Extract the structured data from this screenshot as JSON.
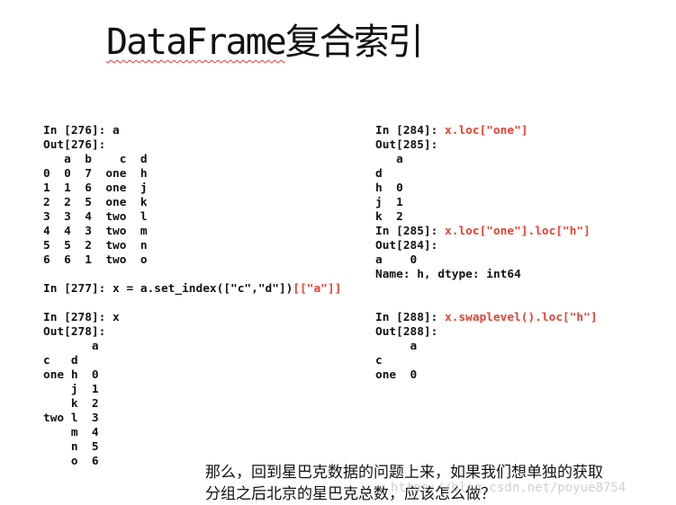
{
  "slide": {
    "title_latin": "DataFrame",
    "title_cjk": "复合索引"
  },
  "left_code": [
    {
      "text": "In [276]: a",
      "red": ""
    },
    {
      "text": "Out[276]:",
      "red": ""
    },
    {
      "text": "   a  b    c  d",
      "red": ""
    },
    {
      "text": "0  0  7  one  h",
      "red": ""
    },
    {
      "text": "1  1  6  one  j",
      "red": ""
    },
    {
      "text": "2  2  5  one  k",
      "red": ""
    },
    {
      "text": "3  3  4  two  l",
      "red": ""
    },
    {
      "text": "4  4  3  two  m",
      "red": ""
    },
    {
      "text": "5  5  2  two  n",
      "red": ""
    },
    {
      "text": "6  6  1  two  o",
      "red": ""
    },
    {
      "text": "",
      "red": ""
    },
    {
      "text": "In [277]: x = a.set_index([\"c\",\"d\"])",
      "red": "[[\"a\"]]"
    },
    {
      "text": "",
      "red": ""
    },
    {
      "text": "In [278]: x",
      "red": ""
    },
    {
      "text": "Out[278]:",
      "red": ""
    },
    {
      "text": "       a",
      "red": ""
    },
    {
      "text": "c   d",
      "red": ""
    },
    {
      "text": "one h  0",
      "red": ""
    },
    {
      "text": "    j  1",
      "red": ""
    },
    {
      "text": "    k  2",
      "red": ""
    },
    {
      "text": "two l  3",
      "red": ""
    },
    {
      "text": "    m  4",
      "red": ""
    },
    {
      "text": "    n  5",
      "red": ""
    },
    {
      "text": "    o  6",
      "red": ""
    }
  ],
  "right_code": [
    {
      "text": "In [284]: ",
      "red": "x.loc[\"one\"]"
    },
    {
      "text": "Out[285]:",
      "red": ""
    },
    {
      "text": "   a",
      "red": ""
    },
    {
      "text": "d",
      "red": ""
    },
    {
      "text": "h  0",
      "red": ""
    },
    {
      "text": "j  1",
      "red": ""
    },
    {
      "text": "k  2",
      "red": ""
    },
    {
      "text": "In [285]: ",
      "red": "x.loc[\"one\"].loc[\"h\"]"
    },
    {
      "text": "Out[284]:",
      "red": ""
    },
    {
      "text": "a    0",
      "red": ""
    },
    {
      "text": "Name: h, dtype: int64",
      "red": ""
    },
    {
      "text": "",
      "red": ""
    },
    {
      "text": "",
      "red": ""
    },
    {
      "text": "In [288]: ",
      "red": "x.swaplevel().loc[\"h\"]"
    },
    {
      "text": "Out[288]:",
      "red": ""
    },
    {
      "text": "     a",
      "red": ""
    },
    {
      "text": "c",
      "red": ""
    },
    {
      "text": "one  0",
      "red": ""
    }
  ],
  "caption": {
    "line1": "那么，回到星巴克数据的问题上来，如果我们想单独的获取",
    "line2": "分组之后北京的星巴克总数，应该怎么做？"
  },
  "watermark": "https://blog.csdn.net/poyue8754"
}
